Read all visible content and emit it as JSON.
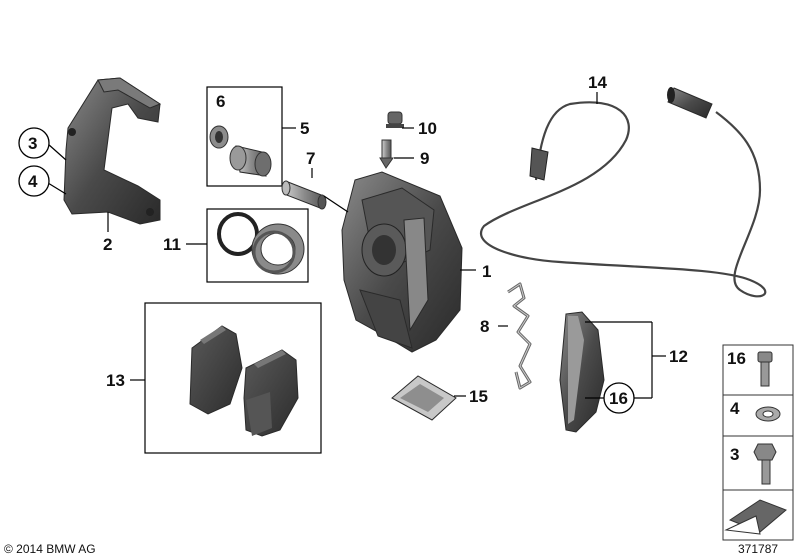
{
  "callouts": {
    "c1": "1",
    "c2": "2",
    "c3": "3",
    "c4": "4",
    "c5": "5",
    "c6": "6",
    "c7": "7",
    "c8": "8",
    "c9": "9",
    "c10": "10",
    "c11": "11",
    "c12": "12",
    "c13": "13",
    "c14": "14",
    "c15": "15",
    "c16": "16"
  },
  "legend": {
    "row1": "16",
    "row2": "4",
    "row3": "3"
  },
  "copyright": "© 2014 BMW AG",
  "diagram_number": "371787",
  "colors": {
    "part_dark": "#3c3c3c",
    "part_mid": "#6e6e6e",
    "part_light": "#a8a8a8",
    "line": "#000000"
  }
}
